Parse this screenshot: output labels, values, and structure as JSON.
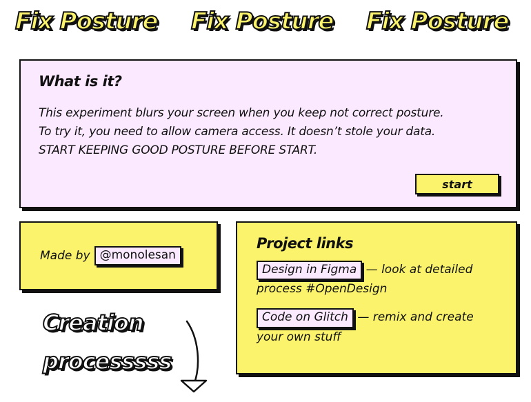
{
  "header": {
    "logos": [
      "Fix Posture",
      "Fix Posture",
      "Fix Posture"
    ]
  },
  "about": {
    "heading": "What is it?",
    "lines": [
      "This experiment blurs your screen when you keep not correct posture.",
      "To try it, you need to allow camera access. It doesn’t stole your data.",
      "START KEEPING GOOD POSTURE BEFORE START."
    ],
    "start_label": "start"
  },
  "made_by": {
    "label": "Made by",
    "handle": "@monolesan"
  },
  "links": {
    "heading": "Project links",
    "items": [
      {
        "label": "Design in Figma",
        "text": " — look at detailed process #OpenDesign"
      },
      {
        "label": "Code on Glitch",
        "text": " — remix and create your own stuff"
      }
    ]
  },
  "process": {
    "line1": "Creation",
    "line2": "processsss",
    "icon": "arrow-down-icon"
  },
  "colors": {
    "yellow": "#fbf36b",
    "pink": "#fbe9ff",
    "ink": "#111111"
  }
}
